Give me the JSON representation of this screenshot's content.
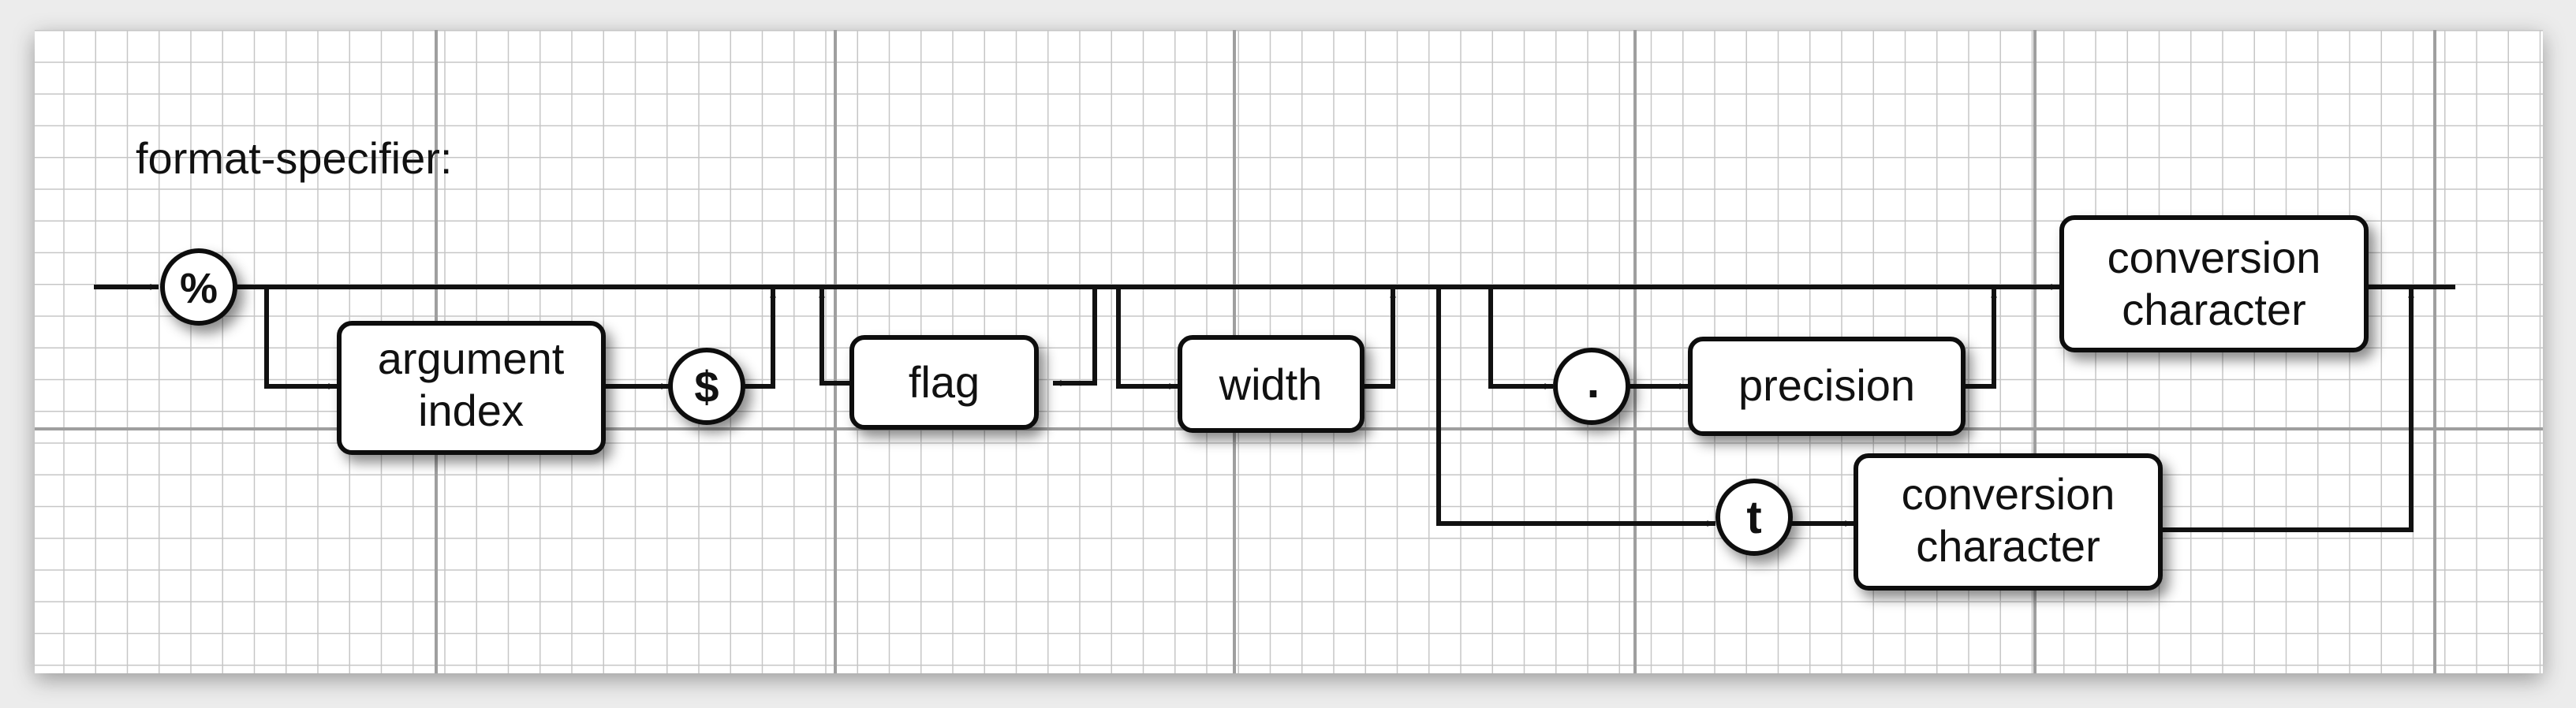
{
  "diagram": {
    "title": "format-specifier:",
    "nodes": {
      "percent": "%",
      "argument_index": [
        "argument",
        "index"
      ],
      "dollar": "$",
      "flag": "flag",
      "width": "width",
      "dot": ".",
      "precision": "precision",
      "conversion_character_top": [
        "conversion",
        "character"
      ],
      "t": "t",
      "conversion_character_bottom": [
        "conversion",
        "character"
      ]
    },
    "edges": [
      {
        "from": "start",
        "to": "percent"
      },
      {
        "from": "percent",
        "to": "argument_index",
        "optional": true
      },
      {
        "from": "argument_index",
        "to": "dollar"
      },
      {
        "from": "dollar",
        "to": "main_line"
      },
      {
        "from": "main_line",
        "to": "flag",
        "repeatable": true
      },
      {
        "from": "main_line",
        "to": "width",
        "optional": true
      },
      {
        "from": "main_line",
        "to": "dot",
        "optional": true
      },
      {
        "from": "dot",
        "to": "precision"
      },
      {
        "from": "main_line",
        "to": "conversion_character_top"
      },
      {
        "from": "main_line",
        "to": "t"
      },
      {
        "from": "t",
        "to": "conversion_character_bottom"
      },
      {
        "from": "conversion_character_bottom",
        "to": "end"
      },
      {
        "from": "conversion_character_top",
        "to": "end"
      }
    ]
  },
  "colors": {
    "background": "#ececec",
    "grid_minor": "#c8c8c8",
    "grid_major": "#b0b0b0",
    "stroke": "#111111",
    "box_fill": "#ffffff"
  }
}
